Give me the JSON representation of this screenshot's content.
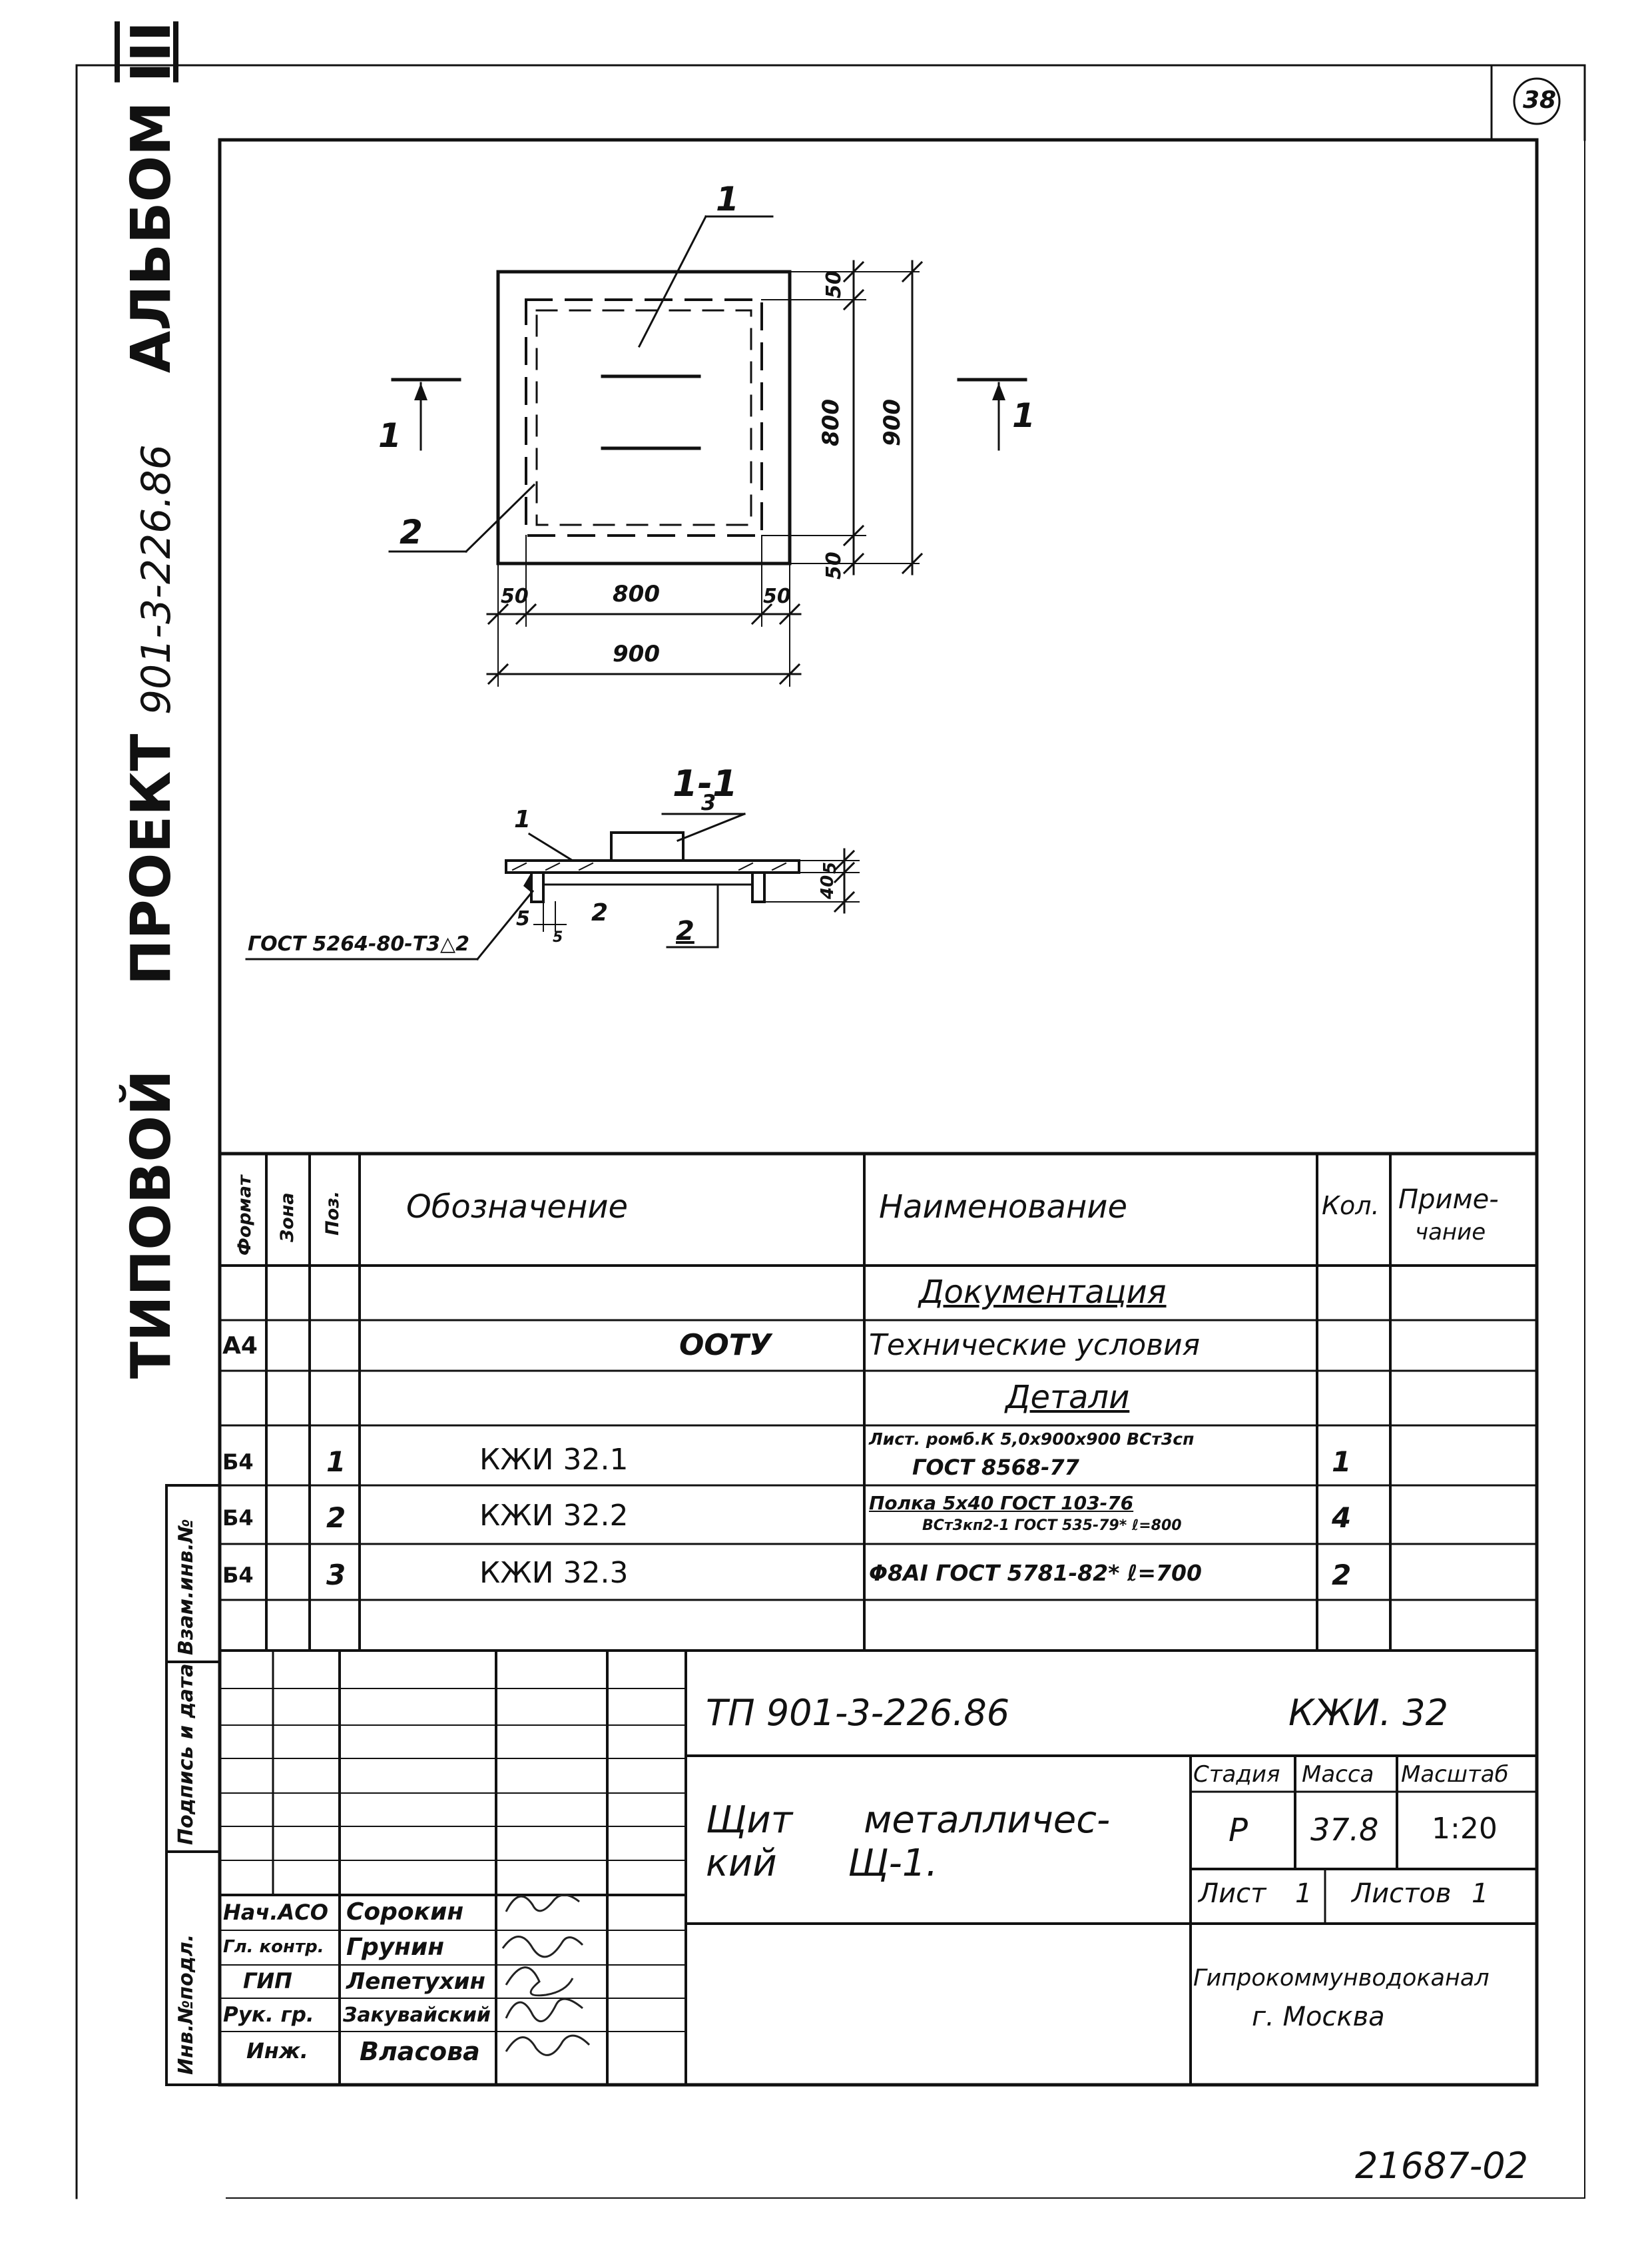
{
  "sheet_number": "38",
  "side_title": {
    "type_word": "ТИПОВОЙ",
    "project_word": "ПРОЕКТ",
    "project_code": "901-3-226.86",
    "album": "АЛЬБОМ",
    "album_number": "III"
  },
  "side_stamps": {
    "inv_orig": "Инв.№подл.",
    "sign_date": "Подпись и дата",
    "vzam_inv": "Взам.инв.№"
  },
  "drawing": {
    "plan": {
      "callout_pos1": "1",
      "callout_pos2": "2",
      "section_mark_left": "1",
      "section_mark_right": "1",
      "dim_top_offset": "50",
      "dim_inner_height": "800",
      "dim_outer_height": "900",
      "dim_bottom_offset": "50",
      "dim_left_offset": "50",
      "dim_inner_width": "800",
      "dim_right_offset": "50",
      "dim_outer_width": "900"
    },
    "section": {
      "title": "1-1",
      "callout_pos1": "1",
      "callout_pos3": "3",
      "callout_pos2a": "2",
      "callout_pos2b": "2",
      "dim_small_a": "5",
      "dim_small_b": "5",
      "dim_right_top": "5",
      "dim_right_bottom": "40",
      "weld_spec": "ГОСТ 5264-80-Т3△2"
    }
  },
  "spec_table": {
    "headers": {
      "format": "Формат",
      "zone": "Зона",
      "pos": "Поз.",
      "designation": "Обозначение",
      "name": "Наименование",
      "qty": "Кол.",
      "note_line1": "Приме-",
      "note_line2": "чание"
    },
    "section_documentation": "Документация",
    "section_parts": "Детали",
    "rows": [
      {
        "format": "А4",
        "pos": "",
        "designation": "ООТУ",
        "name_line1": "Технические условия",
        "name_line2": "",
        "qty": ""
      },
      {
        "format": "Б4",
        "pos": "1",
        "designation": "КЖИ 32.1",
        "name_line1": "Лист. ромб.К 5,0х900х900 ВСт3сп",
        "name_line2": "ГОСТ 8568-77",
        "qty": "1"
      },
      {
        "format": "Б4",
        "pos": "2",
        "designation": "КЖИ 32.2",
        "name_line1": "Полка 5х40 ГОСТ 103-76",
        "name_line2": "ВСт3кп2-1 ГОСТ 535-79* ℓ=800",
        "qty": "4"
      },
      {
        "format": "Б4",
        "pos": "3",
        "designation": "КЖИ 32.3",
        "name_line1": "Φ8АI ГОСТ 5781-82* ℓ=700",
        "name_line2": "",
        "qty": "2"
      }
    ]
  },
  "title_block": {
    "doc_code": "ТП 901-3-226.86",
    "doc_mark": "КЖИ. 32",
    "title_line1": "Щит      металличес-",
    "title_line2": "кий      Щ-1.",
    "stage_label": "Стадия",
    "mass_label": "Масса",
    "scale_label": "Масштаб",
    "stage": "Р",
    "mass": "37.8",
    "scale": "1:20",
    "sheet_label": "Лист",
    "sheet_value": "1",
    "sheets_label": "Листов",
    "sheets_value": "1",
    "org_line1": "Гипрокоммунводоканал",
    "org_line2": "г. Москва",
    "signatures": [
      {
        "role": "Нач.АСО",
        "name": "Сорокин"
      },
      {
        "role": "Гл. контр.",
        "name": "Грунин"
      },
      {
        "role": "ГИП",
        "name": "Лепетухин"
      },
      {
        "role": "Рук. гр.",
        "name": "Закувайский"
      },
      {
        "role": "Инж.",
        "name": "Власова"
      }
    ]
  },
  "archive_number": "21687-02"
}
